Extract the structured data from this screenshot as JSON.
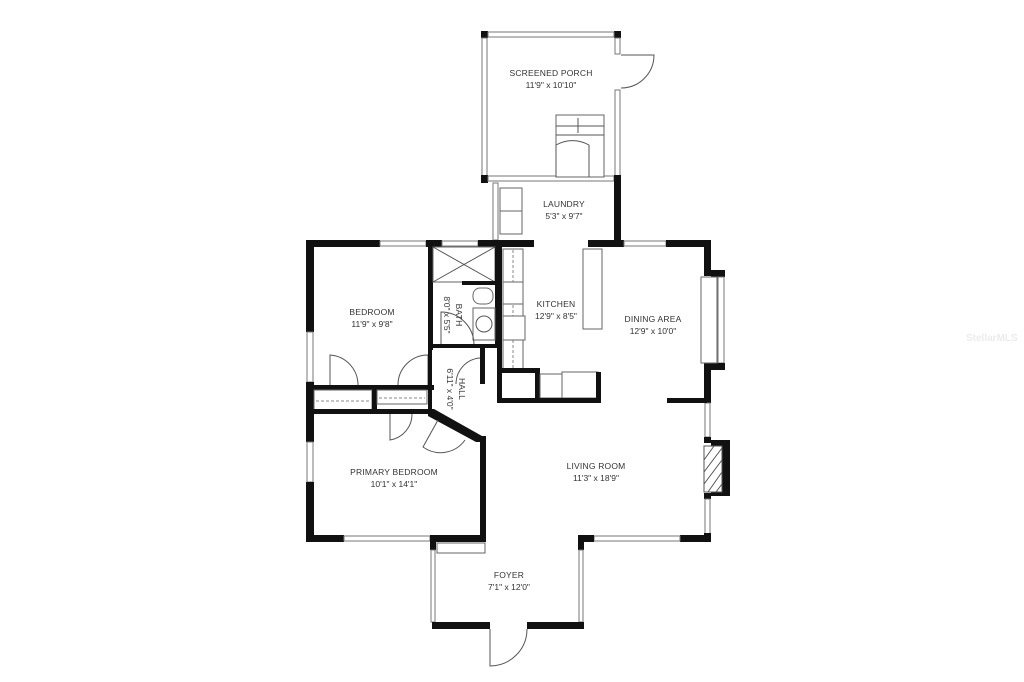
{
  "floorplan": {
    "rooms": [
      {
        "id": "screened-porch",
        "name": "SCREENED PORCH",
        "dims": "11'9\" x 10'10\""
      },
      {
        "id": "laundry",
        "name": "LAUNDRY",
        "dims": "5'3\" x 9'7\""
      },
      {
        "id": "bedroom",
        "name": "BEDROOM",
        "dims": "11'9\" x 9'8\""
      },
      {
        "id": "bath",
        "name": "BATH",
        "dims": "8'0\" x 5'5\""
      },
      {
        "id": "hall",
        "name": "HALL",
        "dims": "6'11\" x 4'0\""
      },
      {
        "id": "kitchen",
        "name": "KITCHEN",
        "dims": "12'9\" x 8'5\""
      },
      {
        "id": "dining-area",
        "name": "DINING AREA",
        "dims": "12'9\" x 10'0\""
      },
      {
        "id": "primary-bedroom",
        "name": "PRIMARY BEDROOM",
        "dims": "10'1\" x 14'1\""
      },
      {
        "id": "living-room",
        "name": "LIVING ROOM",
        "dims": "11'3\" x 18'9\""
      },
      {
        "id": "foyer",
        "name": "FOYER",
        "dims": "7'1\" x 12'0\""
      }
    ],
    "watermark": "StellarMLS",
    "colors": {
      "wall": "#111111",
      "background": "#ffffff",
      "label": "#333333"
    }
  }
}
